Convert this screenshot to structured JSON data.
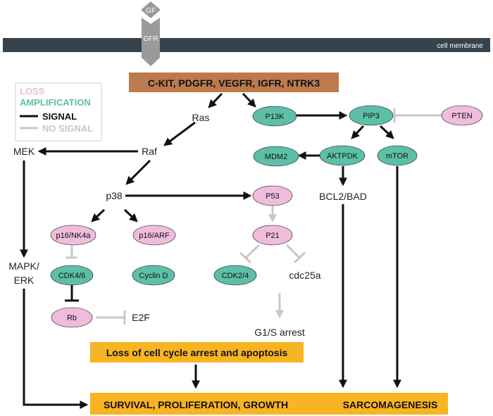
{
  "colors": {
    "membrane": "#36434c",
    "receptor_box": "#bd7a4d",
    "amplification": "#5dbfa8",
    "loss": "#efbcdb",
    "outcome": "#f7b423",
    "signal": "#111111",
    "no_signal": "#c8c8c8",
    "gf": "#9a9a9a"
  },
  "membrane": {
    "label": "cell membrane"
  },
  "receptor": {
    "gf_label": "GF",
    "gfr_label": "GFR",
    "box_label": "C-KIT, PDGFR, VEGFR, IGFR, NTRK3"
  },
  "legend": {
    "loss": "LOSS",
    "amplification": "AMPLIFICATION",
    "signal": "SIGNAL",
    "no_signal": "NO SIGNAL"
  },
  "nodes": {
    "ras": "Ras",
    "raf": "Raf",
    "mek": "MEK",
    "mapk_line1": "MAPK/",
    "mapk_line2": "ERK",
    "p38": "p38",
    "p13k": "P13K",
    "pip3": "PIP3",
    "pten": "PTEN",
    "mdm2": "MDM2",
    "aktpdk": "AKTPDK",
    "mtor": "mTOR",
    "bcl2": "BCL2/BAD",
    "p53": "P53",
    "p21": "P21",
    "cdk24": "CDK2/4",
    "cdc25a": "cdc25a",
    "g1s": "G1/S arrest",
    "p16nk4a": "p16/NK4a",
    "p16arf": "p16/ARF",
    "cdk46": "CDK4/6",
    "cyclind": "Cyclin D",
    "rb": "Rb",
    "e2f": "E2F"
  },
  "outcomes": {
    "loss_box": "Loss of cell cycle arrest and apoptosis",
    "survival": "SURVIVAL, PROLIFERATION, GROWTH",
    "sarcomagenesis": "SARCOMAGENESIS"
  }
}
